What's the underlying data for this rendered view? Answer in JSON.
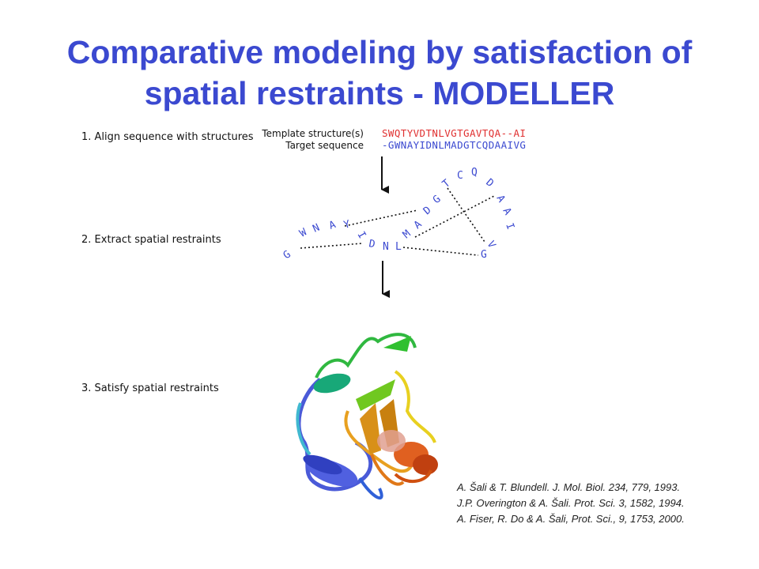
{
  "title_line1": "Comparative modeling by satisfaction of",
  "title_line2": "spatial restraints - MODELLER",
  "steps": [
    "1. Align sequence with structures",
    "2. Extract spatial restraints",
    "3. Satisfy spatial restraints"
  ],
  "alignment": {
    "template_label": "Template structure(s)",
    "target_label": "Target sequence",
    "template_seq": "SWQTYVDTNLVGTGAVTQA--AI",
    "target_seq": "-GWNAYIDNLMADGTCQDAAIVG"
  },
  "residues": [
    "G",
    "W",
    "N",
    "A",
    "Y",
    "I",
    "D",
    "N",
    "L",
    "M",
    "A",
    "D",
    "G",
    "T",
    "C",
    "Q",
    "D",
    "A",
    "A",
    "I",
    "V",
    "G"
  ],
  "references": [
    "A. Šali & T. Blundell. J. Mol. Biol. 234, 779, 1993.",
    "J.P. Overington & A. Šali. Prot. Sci. 3, 1582, 1994.",
    "A. Fiser, R. Do & A. Šali, Prot. Sci., 9, 1753, 2000."
  ],
  "colors": {
    "title": "#3b49d0",
    "template_seq": "#e03030",
    "target_seq": "#3b49d0",
    "residue": "#3b49d0"
  }
}
